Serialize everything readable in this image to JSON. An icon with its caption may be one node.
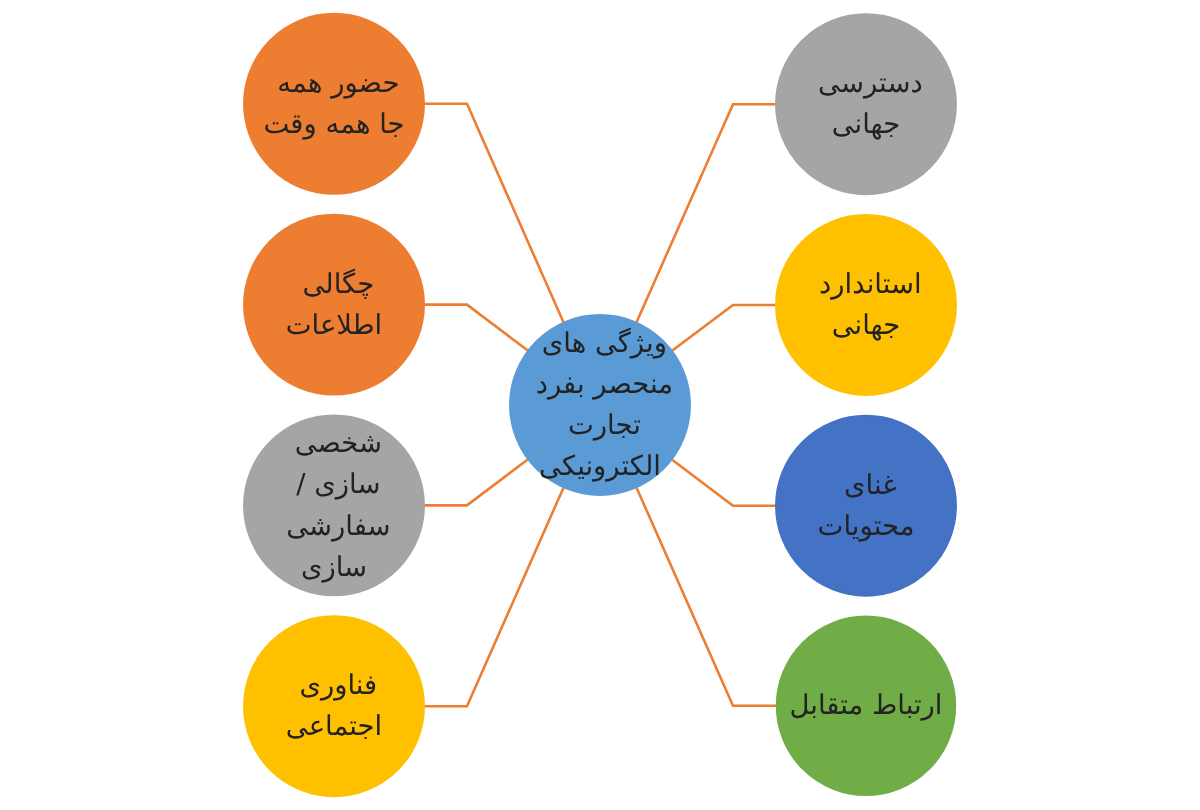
{
  "diagram": {
    "nodes": [
      {
        "text": [
          "ویژگی های منحصر بفرد تجارت الکترونیکی"
        ]
      },
      {
        "text": [
          "حضور همه جا همه وقت"
        ]
      },
      {
        "text": [
          "دسترسی جهانی"
        ]
      },
      {
        "text": [
          "استاندارد جهانی"
        ]
      },
      {
        "text": [
          "غنای محتویات"
        ]
      },
      {
        "text": [
          "ارتباط متقابل"
        ]
      },
      {
        "text": [
          "چگالی اطلاعات"
        ]
      },
      {
        "text": [
          "شخصی سازی / سفارشی سازی"
        ]
      },
      {
        "text": [
          "فناوری اجتماعی"
        ]
      }
    ],
    "edges": [
      {
        "from": 1,
        "to": 0,
        "arrow": "none"
      },
      {
        "from": 0,
        "to": 2,
        "arrow": "none"
      },
      {
        "from": 0,
        "to": 3,
        "arrow": "none"
      },
      {
        "from": 0,
        "to": 4,
        "arrow": "none"
      },
      {
        "from": 0,
        "to": 5,
        "arrow": "none"
      },
      {
        "from": 6,
        "to": 0,
        "arrow": "none"
      },
      {
        "from": 7,
        "to": 0,
        "arrow": "none"
      },
      {
        "from": 8,
        "to": 0,
        "arrow": "none"
      }
    ]
  }
}
